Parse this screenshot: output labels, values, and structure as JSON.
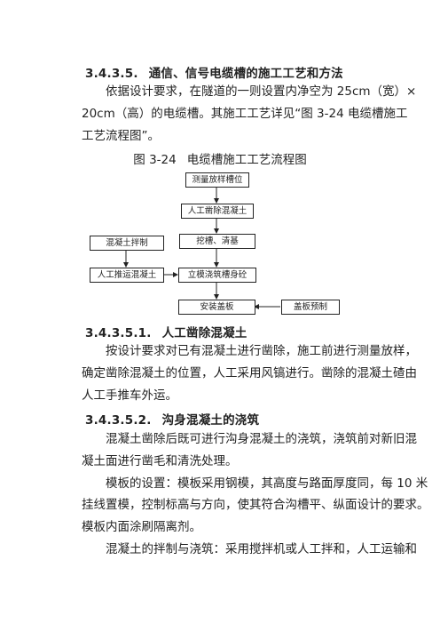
{
  "section": {
    "number": "3.4.3.5.",
    "title": "通信、信号电缆槽的施工工艺和方法",
    "intro_lines": [
      "依据设计要求，在隧道的一则设置内净空为  25cm（宽）×",
      "20cm（高）的电缆槽。其施工工艺详见“图 3-24   电缆槽施工",
      "工艺流程图”。"
    ]
  },
  "figure": {
    "number": "图 3-24",
    "title": "电缆槽施工工艺流程图",
    "boxes": {
      "survey": "测量放样槽位",
      "chisel": "人工凿除混凝土",
      "excavate": "挖槽、清基",
      "mix": "混凝土拌制",
      "transport": "人工推运混凝土",
      "formwork": "立模浇筑槽身砼",
      "install": "安装盖板",
      "precast": "盖板预制"
    }
  },
  "sub1": {
    "number": "3.4.3.5.1.",
    "title": "人工凿除混凝土",
    "lines": [
      "按设计要求对已有混凝土进行凿除，施工前进行测量放样，",
      "确定凿除混凝土的位置，人工采用风镐进行。凿除的混凝土碴由",
      "人工手推车外运。"
    ]
  },
  "sub2": {
    "number": "3.4.3.5.2.",
    "title": "沟身混凝土的浇筑",
    "lines": [
      "混凝土凿除后既可进行沟身混凝土的浇筑，浇筑前对新旧混",
      "凝土面进行凿毛和清洗处理。",
      "模板的设置：模板采用钢模，其高度与路面厚度同，每 10 米",
      "挂线置模，控制标高与方向，使其符合沟槽平、纵面设计的要求。",
      "模板内面涂刷隔离剂。",
      "混凝土的拌制与浇筑：采用搅拌机或人工拌和，人工运输和"
    ]
  }
}
